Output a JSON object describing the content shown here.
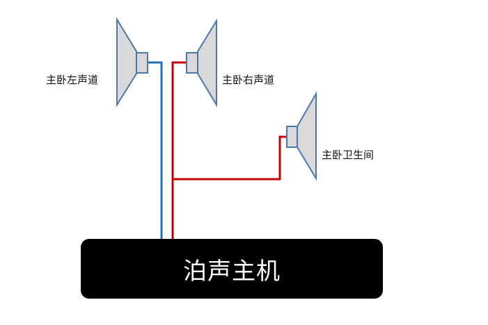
{
  "speakers": [
    {
      "id": "left",
      "label": "主卧左声道",
      "icon": "speaker-icon"
    },
    {
      "id": "right",
      "label": "主卧右声道",
      "icon": "speaker-icon"
    },
    {
      "id": "bath",
      "label": "主卧卫生间",
      "icon": "speaker-icon"
    }
  ],
  "host": {
    "label": "泊声主机"
  },
  "colors": {
    "speaker_fill": "#d9d9d9",
    "speaker_stroke": "#4a76a8",
    "wire_blue": "#1f6fb5",
    "wire_red": "#c00000",
    "host_fill": "#000000",
    "host_text": "#ffffff"
  }
}
